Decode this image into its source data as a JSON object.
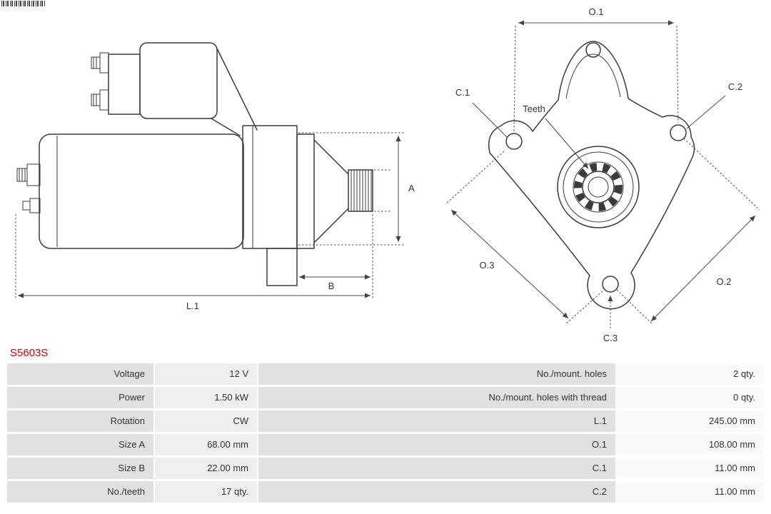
{
  "part_number": "S5603S",
  "colors": {
    "part_number": "#cc0000",
    "drawing_line": "#3a3a3a",
    "table_label_bg": "#e1e1e1",
    "table_value_bg": "#efefef"
  },
  "diagram": {
    "labels": {
      "A": "A",
      "B": "B",
      "L1": "L.1",
      "O1": "O.1",
      "O2": "O.2",
      "O3": "O.3",
      "C1": "C.1",
      "C2": "C.2",
      "C3": "C.3",
      "teeth": "Teeth"
    }
  },
  "specs": {
    "rows": [
      {
        "label_left": "Voltage",
        "value_left": "12 V",
        "label_right": "No./mount. holes",
        "value_right": "2 qty."
      },
      {
        "label_left": "Power",
        "value_left": "1.50 kW",
        "label_right": "No./mount. holes with thread",
        "value_right": "0 qty."
      },
      {
        "label_left": "Rotation",
        "value_left": "CW",
        "label_right": "L.1",
        "value_right": "245.00 mm"
      },
      {
        "label_left": "Size A",
        "value_left": "68.00 mm",
        "label_right": "O.1",
        "value_right": "108.00 mm"
      },
      {
        "label_left": "Size B",
        "value_left": "22.00 mm",
        "label_right": "C.1",
        "value_right": "11.00 mm"
      },
      {
        "label_left": "No./teeth",
        "value_left": "17 qty.",
        "label_right": "C.2",
        "value_right": "11.00 mm"
      }
    ]
  }
}
